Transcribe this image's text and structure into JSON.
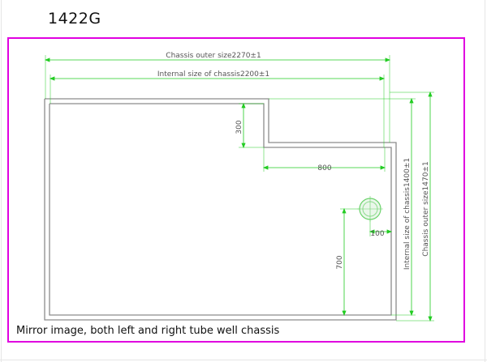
{
  "title": "1422G",
  "caption": "Mirror image, both left and right tube well chassis",
  "dimensions": {
    "outer_width": "Chassis outer size2270±1",
    "inner_width": "Internal size of chassis2200±1",
    "notch_depth": "300",
    "notch_width": "800",
    "inner_height": "Internal size of chassis1400±1",
    "outer_height": "Chassis outer size1470±1",
    "hole_height": "700",
    "hole_offset": "100"
  },
  "colors": {
    "frame": "#e000e0",
    "dimension_line": "#22cc22",
    "chassis_outline": "#8c8c8c",
    "hole": "#6ad26a"
  }
}
